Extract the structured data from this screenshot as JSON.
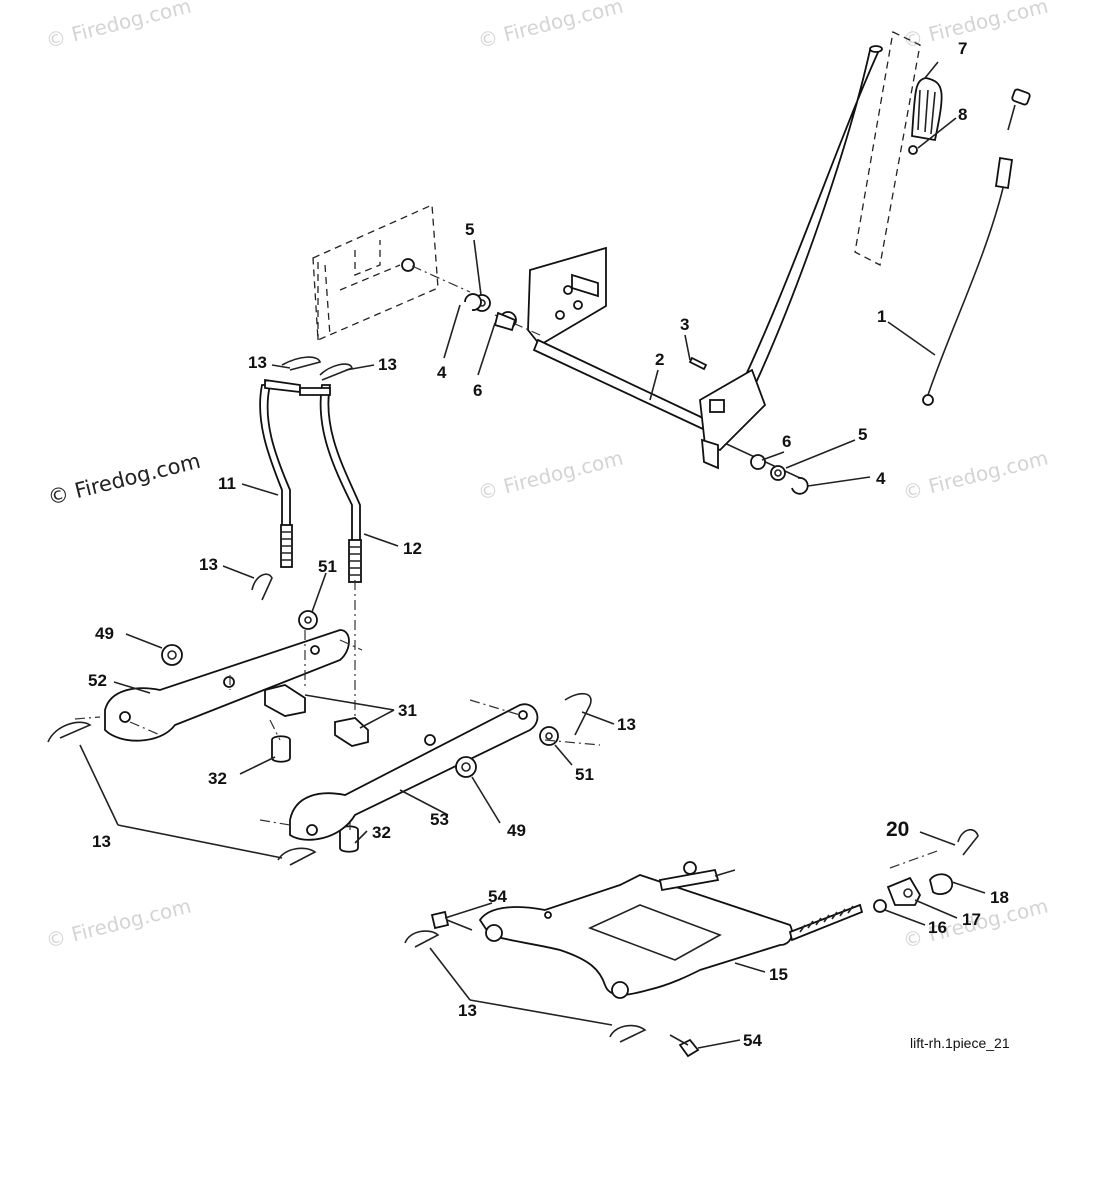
{
  "diagram": {
    "watermark": "© Firedog.com",
    "drawing_code": "lift-rh.1piece_21",
    "labels": {
      "l1": "1",
      "l2": "2",
      "l3": "3",
      "l4a": "4",
      "l4b": "4",
      "l5a": "5",
      "l5b": "5",
      "l6a": "6",
      "l6b": "6",
      "l7": "7",
      "l8": "8",
      "l11": "11",
      "l12": "12",
      "l13a": "13",
      "l13b": "13",
      "l13c": "13",
      "l13d": "13",
      "l13e": "13",
      "l13f": "13",
      "l15": "15",
      "l16": "16",
      "l17": "17",
      "l18": "18",
      "l20": "20",
      "l31": "31",
      "l32a": "32",
      "l32b": "32",
      "l49a": "49",
      "l49b": "49",
      "l51a": "51",
      "l51b": "51",
      "l52": "52",
      "l53": "53",
      "l54a": "54",
      "l54b": "54"
    }
  }
}
